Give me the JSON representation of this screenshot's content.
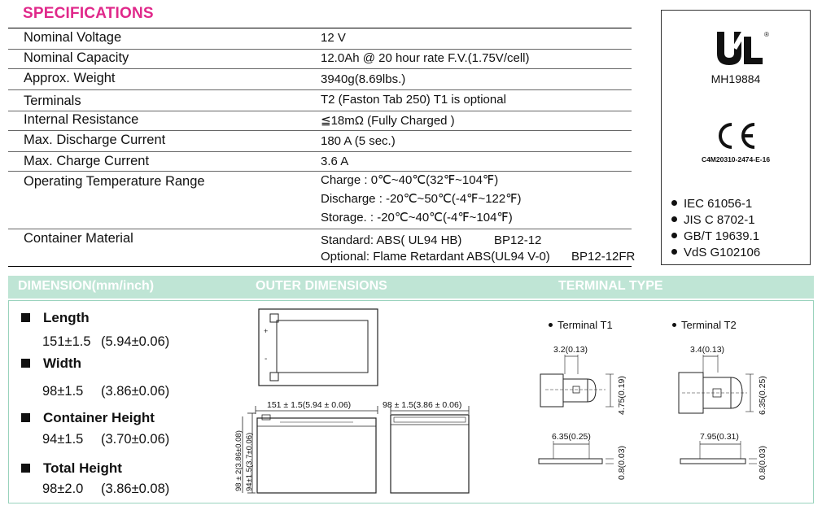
{
  "specifications": {
    "title": "SPECIFICATIONS",
    "rows": [
      {
        "label": "Nominal Voltage",
        "value": "12 V"
      },
      {
        "label": "Nominal Capacity",
        "value": "12.0Ah @ 20 hour rate F.V.(1.75V/cell)"
      },
      {
        "label": "Approx. Weight",
        "value": "3940g(8.69lbs.)"
      },
      {
        "label": "Terminals",
        "value": "T2 (Faston Tab 250) T1 is optional"
      },
      {
        "label": "Internal Resistance",
        "value": "≦18mΩ (Fully Charged )"
      },
      {
        "label": "Max. Discharge Current",
        "value": "180 A (5 sec.)"
      },
      {
        "label": "Max. Charge Current",
        "value": "3.6 A"
      }
    ],
    "temperature": {
      "label": "Operating Temperature Range",
      "charge": "Charge : 0℃~40℃(32℉~104℉)",
      "discharge": "Discharge : -20℃~50℃(-4℉~122℉)",
      "storage": "Storage. : -20℃~40℃(-4℉~104℉)"
    },
    "container": {
      "label": "Container Material",
      "standard": "Standard: ABS( UL94 HB)",
      "standard_model": "BP12-12",
      "optional": "Optional: Flame Retardant ABS(UL94 V-0)",
      "optional_model": "BP12-12FR"
    }
  },
  "certifications": {
    "ul_mark": "UL recognized component mark",
    "ul_registered": "®",
    "ul_file": "MH19884",
    "ce_mark": "CE",
    "ce_code": "C4M20310-2474-E-16",
    "standards": [
      "IEC 61056-1",
      "JIS C 8702-1",
      "GB/T 19639.1",
      "VdS G102106"
    ]
  },
  "sections": {
    "dimension": "DIMENSION(mm/inch)",
    "outer": "OUTER DIMENSIONS",
    "terminal": "TERMINAL TYPE"
  },
  "dimensions": {
    "length": {
      "label": "Length",
      "mm": "151±1.5",
      "inch": "(5.94±0.06)"
    },
    "width": {
      "label": "Width",
      "mm": "98±1.5",
      "inch": "(3.86±0.06)"
    },
    "container_height": {
      "label": "Container Height",
      "mm": "94±1.5",
      "inch": "(3.70±0.06)"
    },
    "total_height": {
      "label": "Total Height",
      "mm": "98±2.0",
      "inch": "(3.86±0.08)"
    }
  },
  "outer_drawing": {
    "length_dim": "151 ± 1.5(5.94 ± 0.06)",
    "width_dim": "98 ± 1.5(3.86 ± 0.06)",
    "total_height_dim": "98 ± 2(3.86±0.08)",
    "container_height_dim": "94±1.5(3.7±0.06)",
    "pos_symbol": "+",
    "neg_symbol": "-"
  },
  "terminals": {
    "t1": {
      "label": "Terminal T1",
      "width": "3.2(0.13)",
      "height": "4.75(0.19)",
      "length": "6.35(0.25)",
      "thickness": "0.8(0.03)"
    },
    "t2": {
      "label": "Terminal T2",
      "width": "3.4(0.13)",
      "height": "6.35(0.25)",
      "length": "7.95(0.31)",
      "thickness": "0.8(0.03)"
    }
  }
}
